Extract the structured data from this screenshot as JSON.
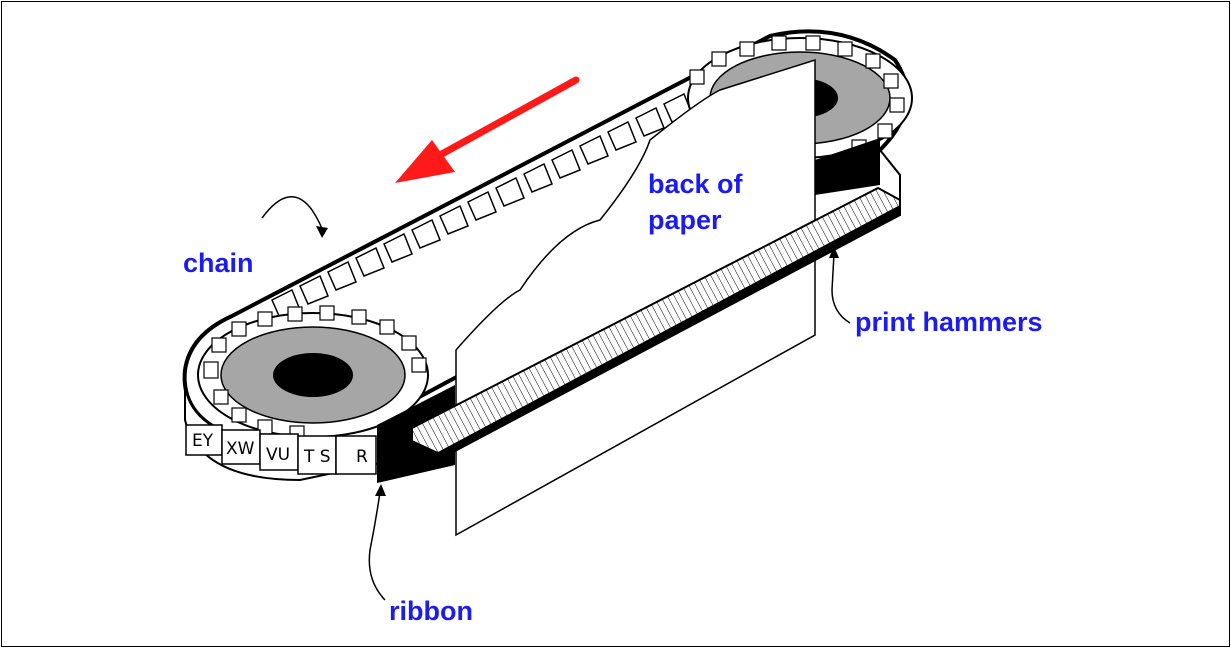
{
  "labels": {
    "chain": "chain",
    "back_of_paper_line1": "back of",
    "back_of_paper_line2": "paper",
    "print_hammers": "print hammers",
    "ribbon": "ribbon"
  },
  "chain_characters": [
    "EY",
    "XW",
    "VU",
    "T S",
    "R"
  ],
  "colors": {
    "label": "#1c1cf0",
    "arrow": "#ff1a1a",
    "hub": "#a6a6a6"
  }
}
